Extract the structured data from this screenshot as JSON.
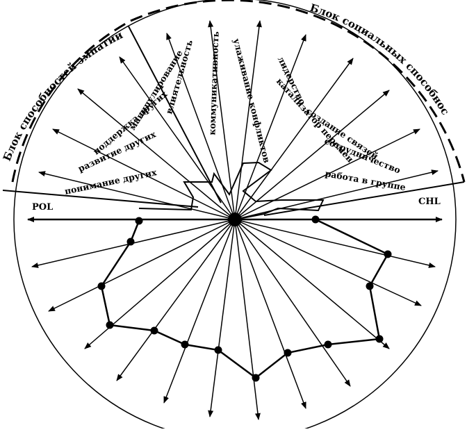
{
  "blocks": {
    "emotion": "Блок способностей эмпатии",
    "social": "Блок социальных способностей"
  },
  "poles": {
    "left": "POL",
    "right": "CHL"
  },
  "spokes": [
    "понимание других",
    "развитие других",
    "поддержка других",
    "манипулирование",
    "влиятельность",
    "коммуникативность",
    "улаживание конфликтов",
    "лидерство",
    "катализатор перемен",
    "создание связей",
    "сотрудничество",
    "работа в группе"
  ],
  "colors": {
    "ink": "#000000",
    "background": "#ffffff"
  }
}
